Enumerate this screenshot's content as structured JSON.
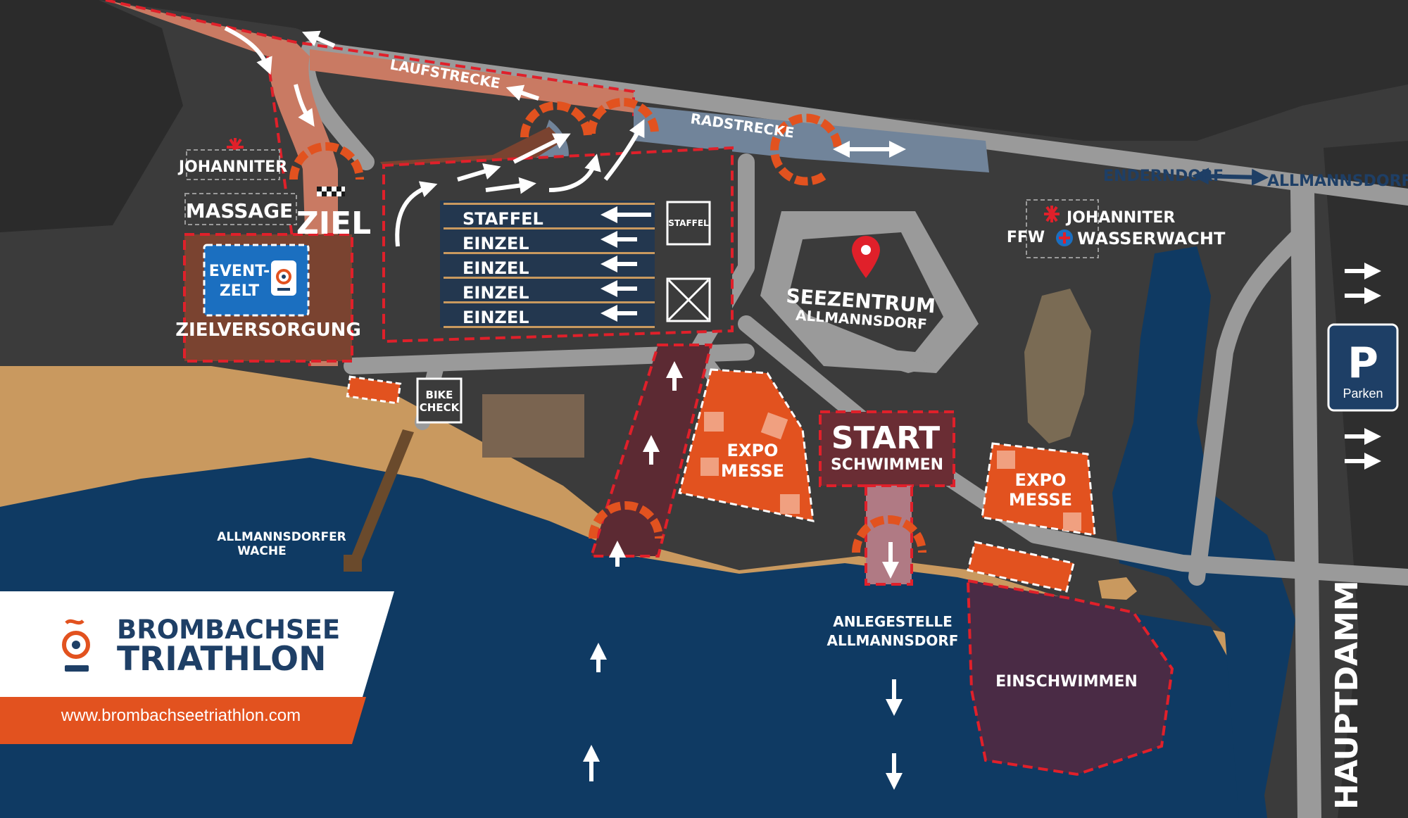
{
  "map": {
    "course_labels": {
      "run": "LAUFSTRECKE",
      "bike": "RADSTRECKE"
    },
    "direction": {
      "from": "ENDERNDORF",
      "to": "ALLMANNSDORF"
    },
    "finish": {
      "label": "ZIEL",
      "catering": "ZIELVERSORGUNG",
      "event_tent": "EVENT-\nZELT",
      "event_tent_line1": "EVENT-",
      "event_tent_line2": "ZELT"
    },
    "services": {
      "johanniter": "JOHANNITER",
      "massage": "MASSAGE",
      "ffw": "FFW",
      "wasserwacht": "WASSERWACHT",
      "bike_check_line1": "BIKE",
      "bike_check_line2": "CHECK"
    },
    "transition": {
      "rows": [
        "STAFFEL",
        "EINZEL",
        "EINZEL",
        "EINZEL",
        "EINZEL"
      ],
      "relay_box": "STAFFEL"
    },
    "seezentrum": {
      "line1": "SEEZENTRUM",
      "line2": "ALLMANNSDORF"
    },
    "start": {
      "title": "START",
      "subtitle": "SCHWIMMEN"
    },
    "expo": [
      {
        "line1": "EXPO",
        "line2": "MESSE"
      },
      {
        "line1": "EXPO",
        "line2": "MESSE"
      }
    ],
    "water": {
      "wache_line1": "ALLMANNSDORFER",
      "wache_line2": "WACHE",
      "pier_line1": "ANLEGESTELLE",
      "pier_line2": "ALLMANNSDORF",
      "warmup": "EINSCHWIMMEN"
    },
    "road": "HAUPTDAMM",
    "parking": {
      "symbol": "P",
      "label": "Parken"
    }
  },
  "brand": {
    "line1": "BROMBACHSEE",
    "line2": "TRIATHLON",
    "url": "www.brombachseetriathlon.com"
  },
  "colors": {
    "background": "#3b3b3b",
    "water": "#0f3a63",
    "sand": "#c9995f",
    "road": "#9a9a9a",
    "run_course": "#c97a63",
    "bike_course": "#71849a",
    "accent_orange": "#e2521f",
    "dashed_red": "#e0202a",
    "brand_navy": "#1e3f66",
    "finish_brown": "#7a4330",
    "warmup_purple": "#4a2b45",
    "service_blue": "#1b6fc0"
  },
  "icons": {
    "logo": "triathlon-logo-icon",
    "location": "map-pin-icon",
    "medical": "johanniter-cross-icon",
    "wasserwacht": "wasserwacht-icon",
    "parking": "parking-icon",
    "finish_flag": "checkered-flag-icon",
    "arrow": "direction-arrow-icon"
  }
}
